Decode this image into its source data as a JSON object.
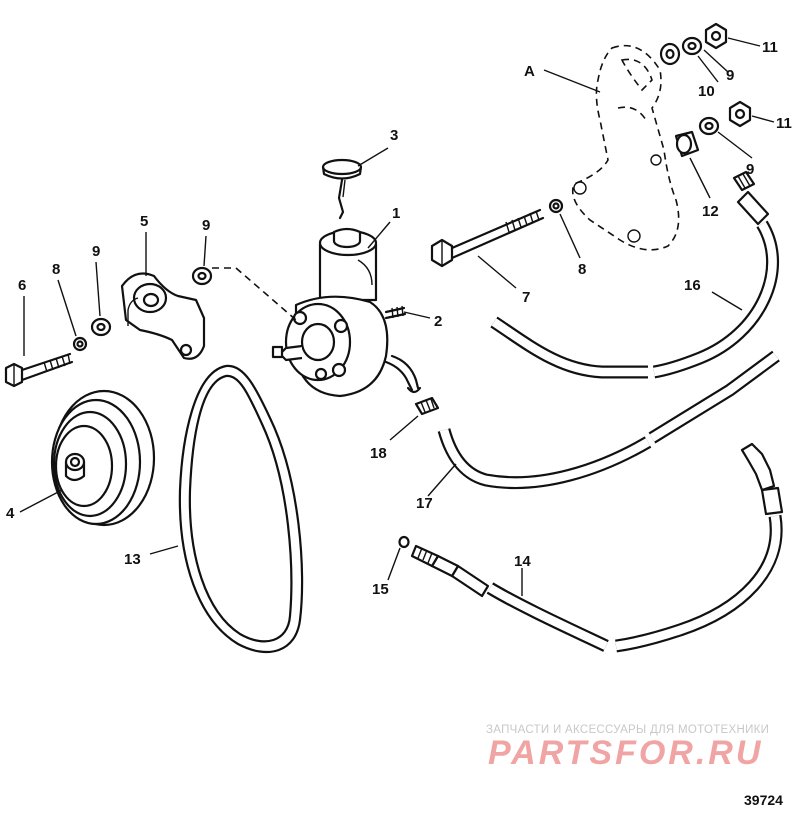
{
  "callouts": [
    "1",
    "2",
    "3",
    "4",
    "5",
    "6",
    "7",
    "8",
    "9",
    "10",
    "11",
    "12",
    "13",
    "14",
    "15",
    "16",
    "17",
    "18",
    "A"
  ],
  "figure_number": "39724",
  "watermark": {
    "tagline": "ЗАПЧАСТИ И АКСЕССУАРЫ ДЛЯ МОТОТЕХНИКИ",
    "logo": "PARTSFOR.RU"
  }
}
